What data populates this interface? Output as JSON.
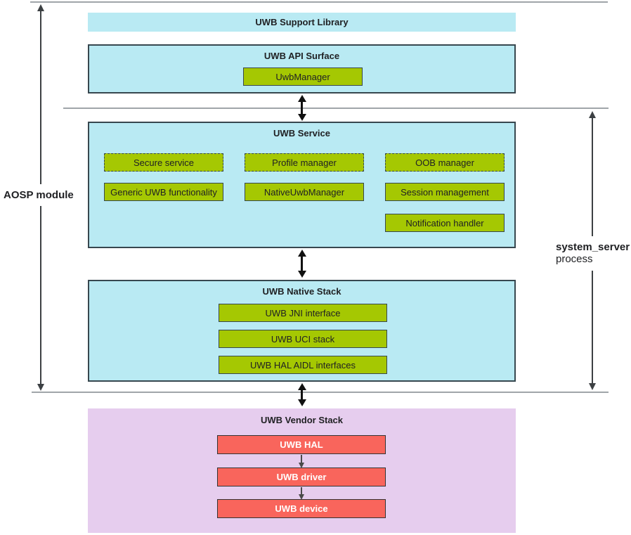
{
  "colors": {
    "layer_cyan": "#b9eaf3",
    "vendor_purple": "#e6cdee",
    "chip_green": "#a5c802",
    "chip_red": "#f9655c",
    "box_border": "#37474f",
    "boundary_line_gray": "#9e9e9e",
    "connector_black": "#111111",
    "side_arrow_gray": "#3c4043",
    "text_dark": "#202124",
    "text_white": "#ffffff"
  },
  "side_labels": {
    "left": "AOSP module",
    "right_line1": "system_server",
    "right_line2": "process"
  },
  "support_library": {
    "title": "UWB Support Library"
  },
  "api_surface": {
    "title": "UWB API Surface",
    "manager": "UwbManager"
  },
  "service": {
    "title": "UWB Service",
    "dashed_items": [
      "Secure service",
      "Profile manager",
      "OOB manager"
    ],
    "solid_items": [
      "Generic UWB functionality",
      "NativeUwbManager",
      "Session management",
      "Notification handler"
    ]
  },
  "native_stack": {
    "title": "UWB Native Stack",
    "items": [
      "UWB JNI interface",
      "UWB UCI stack",
      "UWB HAL AIDL interfaces"
    ]
  },
  "vendor_stack": {
    "title": "UWB Vendor Stack",
    "items": [
      "UWB HAL",
      "UWB driver",
      "UWB device"
    ]
  }
}
